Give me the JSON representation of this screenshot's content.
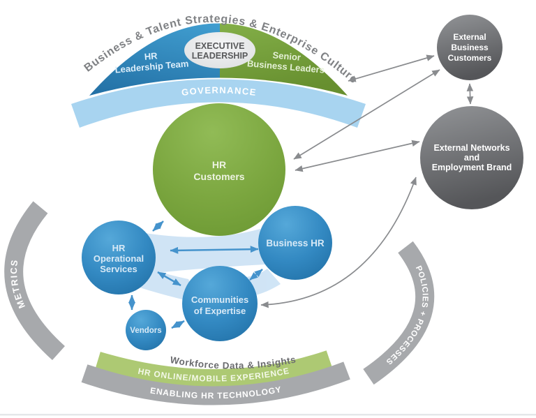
{
  "title": "Business & Talent Strategies & Enterprise Culture",
  "arch": {
    "hr_leadership_line1": "HR",
    "hr_leadership_line2": "Leadership Team",
    "senior_leaders_line1": "Senior",
    "senior_leaders_line2": "Business Leaders",
    "executive_line1": "EXECUTIVE",
    "executive_line2": "LEADERSHIP",
    "governance": "GOVERNANCE"
  },
  "circles": {
    "hr_customers": {
      "line1": "HR",
      "line2": "Customers"
    },
    "business_hr": {
      "label": "Business HR"
    },
    "hr_operational_services": {
      "line1": "HR",
      "line2": "Operational",
      "line3": "Services"
    },
    "communities_of_expertise": {
      "line1": "Communities",
      "line2": "of Expertise"
    },
    "vendors": {
      "label": "Vendors"
    },
    "external_business_customers": {
      "line1": "External",
      "line2": "Business",
      "line3": "Customers"
    },
    "external_networks": {
      "line1": "External Networks",
      "line2": "and",
      "line3": "Employment Brand"
    }
  },
  "side_arcs": {
    "metrics": "METRICS",
    "policies": "POLICIES + PROCESSES"
  },
  "bottom": {
    "insights": "Workforce Data & Insights",
    "online_mobile": "HR ONLINE/MOBILE EXPERIENCE",
    "enabling_tech": "ENABLING HR TECHNOLOGY"
  },
  "colors": {
    "blue_circle": "#3389c2",
    "green_circle": "#7ba63f",
    "light_blue_band": "#a8d4f0",
    "connector_band": "#c8e0f4",
    "gray_circle": "#6d6f72",
    "arc_gray": "#a7a9ac",
    "band_green": "#adc973",
    "title_gray": "#7f8184",
    "arrow_gray": "#898b8e",
    "arrow_blue": "#4593cc"
  }
}
